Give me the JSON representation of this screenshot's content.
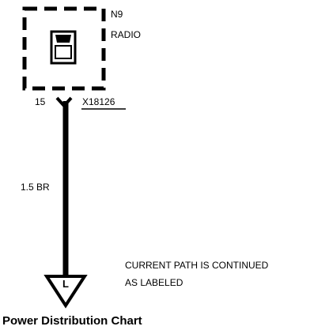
{
  "component": {
    "ref": "N9",
    "name": "RADIO"
  },
  "connector": {
    "pin": "15",
    "id": "X18126"
  },
  "wire": {
    "spec": "1.5 BR"
  },
  "continuation": {
    "symbol_letter": "L",
    "note_line1": "CURRENT PATH IS CONTINUED",
    "note_line2": "AS LABELED"
  },
  "caption": "Power Distribution Chart",
  "colors": {
    "ink": "#000000",
    "background": "#ffffff"
  }
}
